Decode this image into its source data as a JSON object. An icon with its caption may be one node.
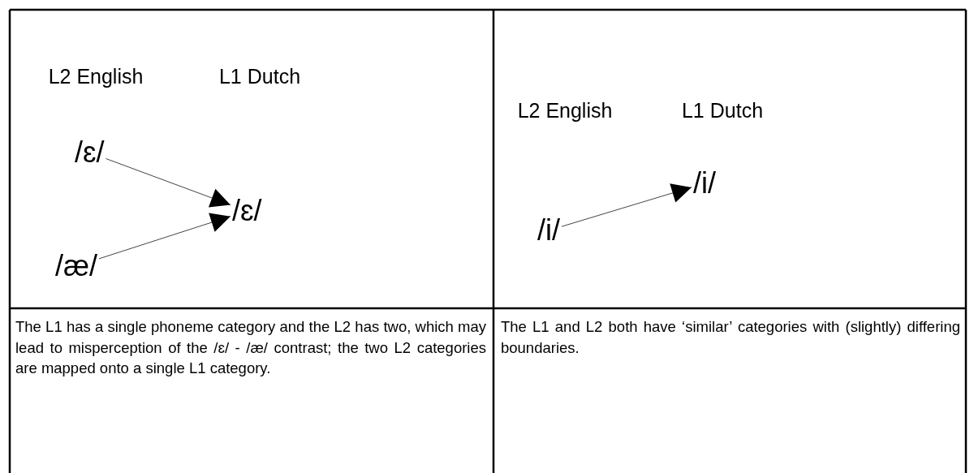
{
  "diagram": {
    "nodes": [
      {
        "text": [
          "/ɛ/"
        ]
      },
      {
        "text": [
          "/æ/"
        ]
      },
      {
        "text": [
          "/ɛ/"
        ]
      },
      {
        "text": [
          "/i/"
        ]
      },
      {
        "text": [
          "/i/"
        ]
      }
    ],
    "edges": [
      {
        "from": 0,
        "to": 2,
        "arrow": "to"
      },
      {
        "from": 1,
        "to": 2,
        "arrow": "to"
      },
      {
        "from": 3,
        "to": 4,
        "arrow": "to"
      }
    ],
    "labels": [
      "L2 English",
      "L1 Dutch",
      "L2 English",
      "L1 Dutch",
      "The L1 has a single phoneme category and the L2 has two, which may lead to misperception of the /ɛ/ - /æ/ contrast; the two L2 categories are mapped onto a single L1 category.",
      "The L1 and L2 both have ‘similar’ categories with (slightly) differing boundaries."
    ]
  }
}
